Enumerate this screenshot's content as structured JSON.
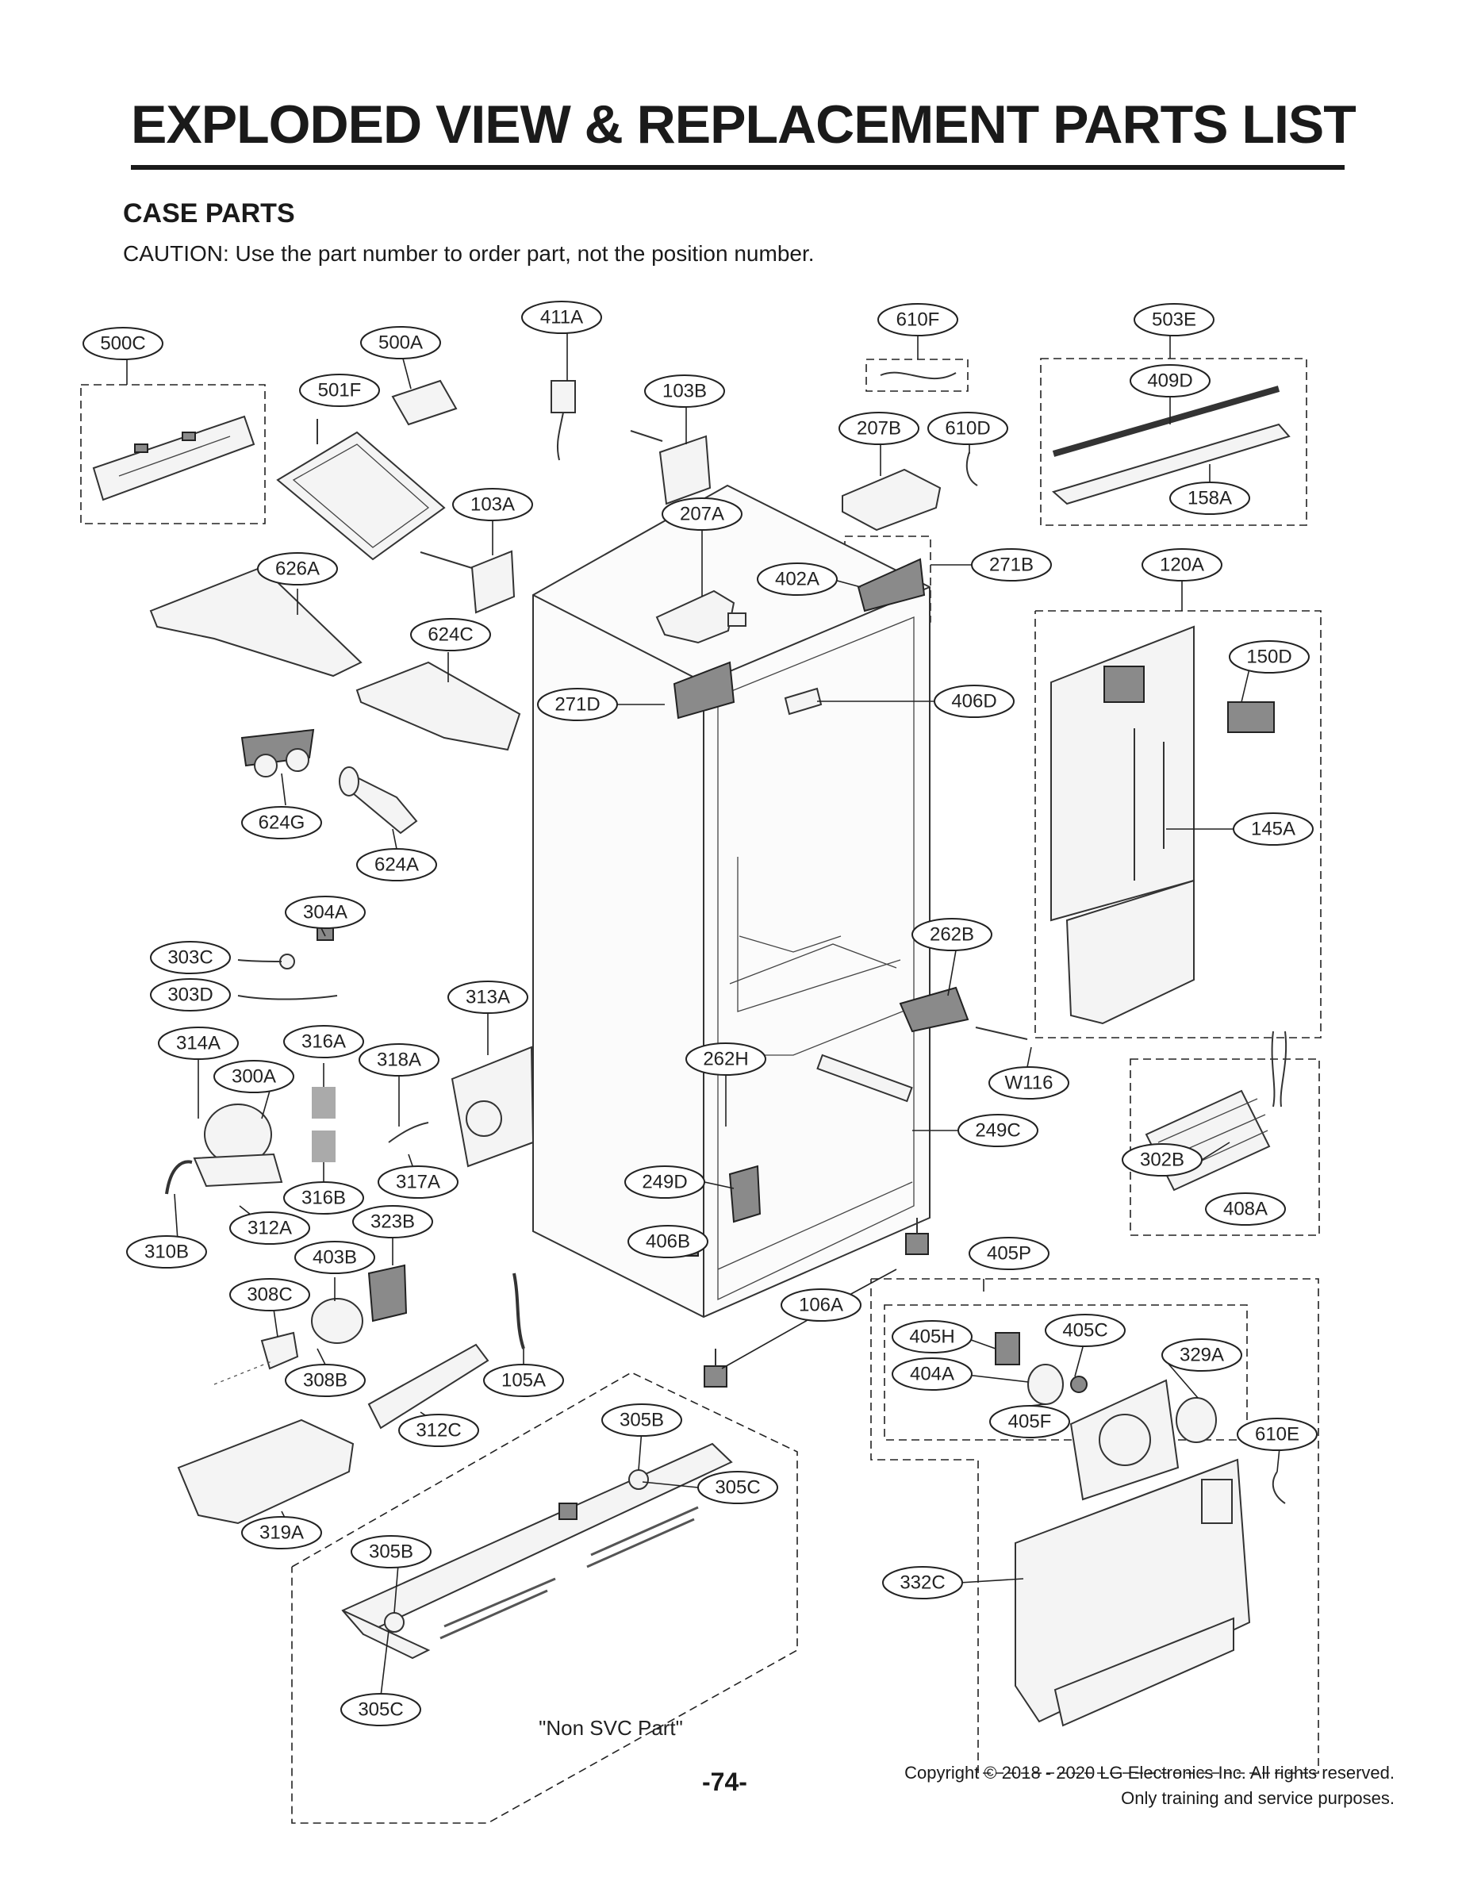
{
  "header": {
    "title": "EXPLODED VIEW & REPLACEMENT PARTS LIST",
    "section": "CASE PARTS",
    "caution": "CAUTION: Use the part number to order part, not the position number."
  },
  "callouts": {
    "c500C": "500C",
    "c500A": "500A",
    "c501F": "501F",
    "c411A": "411A",
    "c103B": "103B",
    "c610F": "610F",
    "c207B": "207B",
    "c610D": "610D",
    "c503E": "503E",
    "c409D": "409D",
    "c158A": "158A",
    "c103A": "103A",
    "c207A": "207A",
    "c626A": "626A",
    "c402A": "402A",
    "c271B": "271B",
    "c120A": "120A",
    "c624C": "624C",
    "c150D": "150D",
    "c271D": "271D",
    "c406D": "406D",
    "c624G": "624G",
    "c624A": "624A",
    "c145A": "145A",
    "c304A": "304A",
    "c262B": "262B",
    "c303C": "303C",
    "c303D": "303D",
    "c313A": "313A",
    "c314A": "314A",
    "c316A": "316A",
    "c318A": "318A",
    "c300A": "300A",
    "c262H": "262H",
    "cW116": "W116",
    "c249C": "249C",
    "c302B": "302B",
    "c316B": "316B",
    "c317A": "317A",
    "c249D": "249D",
    "c312A": "312A",
    "c323B": "323B",
    "c408A": "408A",
    "c310B": "310B",
    "c403B": "403B",
    "c406B": "406B",
    "c405P": "405P",
    "c308C": "308C",
    "c106A": "106A",
    "c405H": "405H",
    "c405C": "405C",
    "c329A": "329A",
    "c404A": "404A",
    "c308B": "308B",
    "c105A": "105A",
    "c405F": "405F",
    "c305B_top": "305B",
    "c312C": "312C",
    "c610E": "610E",
    "c305C_right": "305C",
    "c319A": "319A",
    "c305B_bottom": "305B",
    "c332C": "332C",
    "c305C_bottom": "305C"
  },
  "note": "\"Non SVC Part\"",
  "footer": {
    "page_number": "-74-",
    "copyright": "Copyright © 2018 - 2020 LG Electronics Inc. All rights reserved.",
    "usage": "Only training and service purposes."
  }
}
